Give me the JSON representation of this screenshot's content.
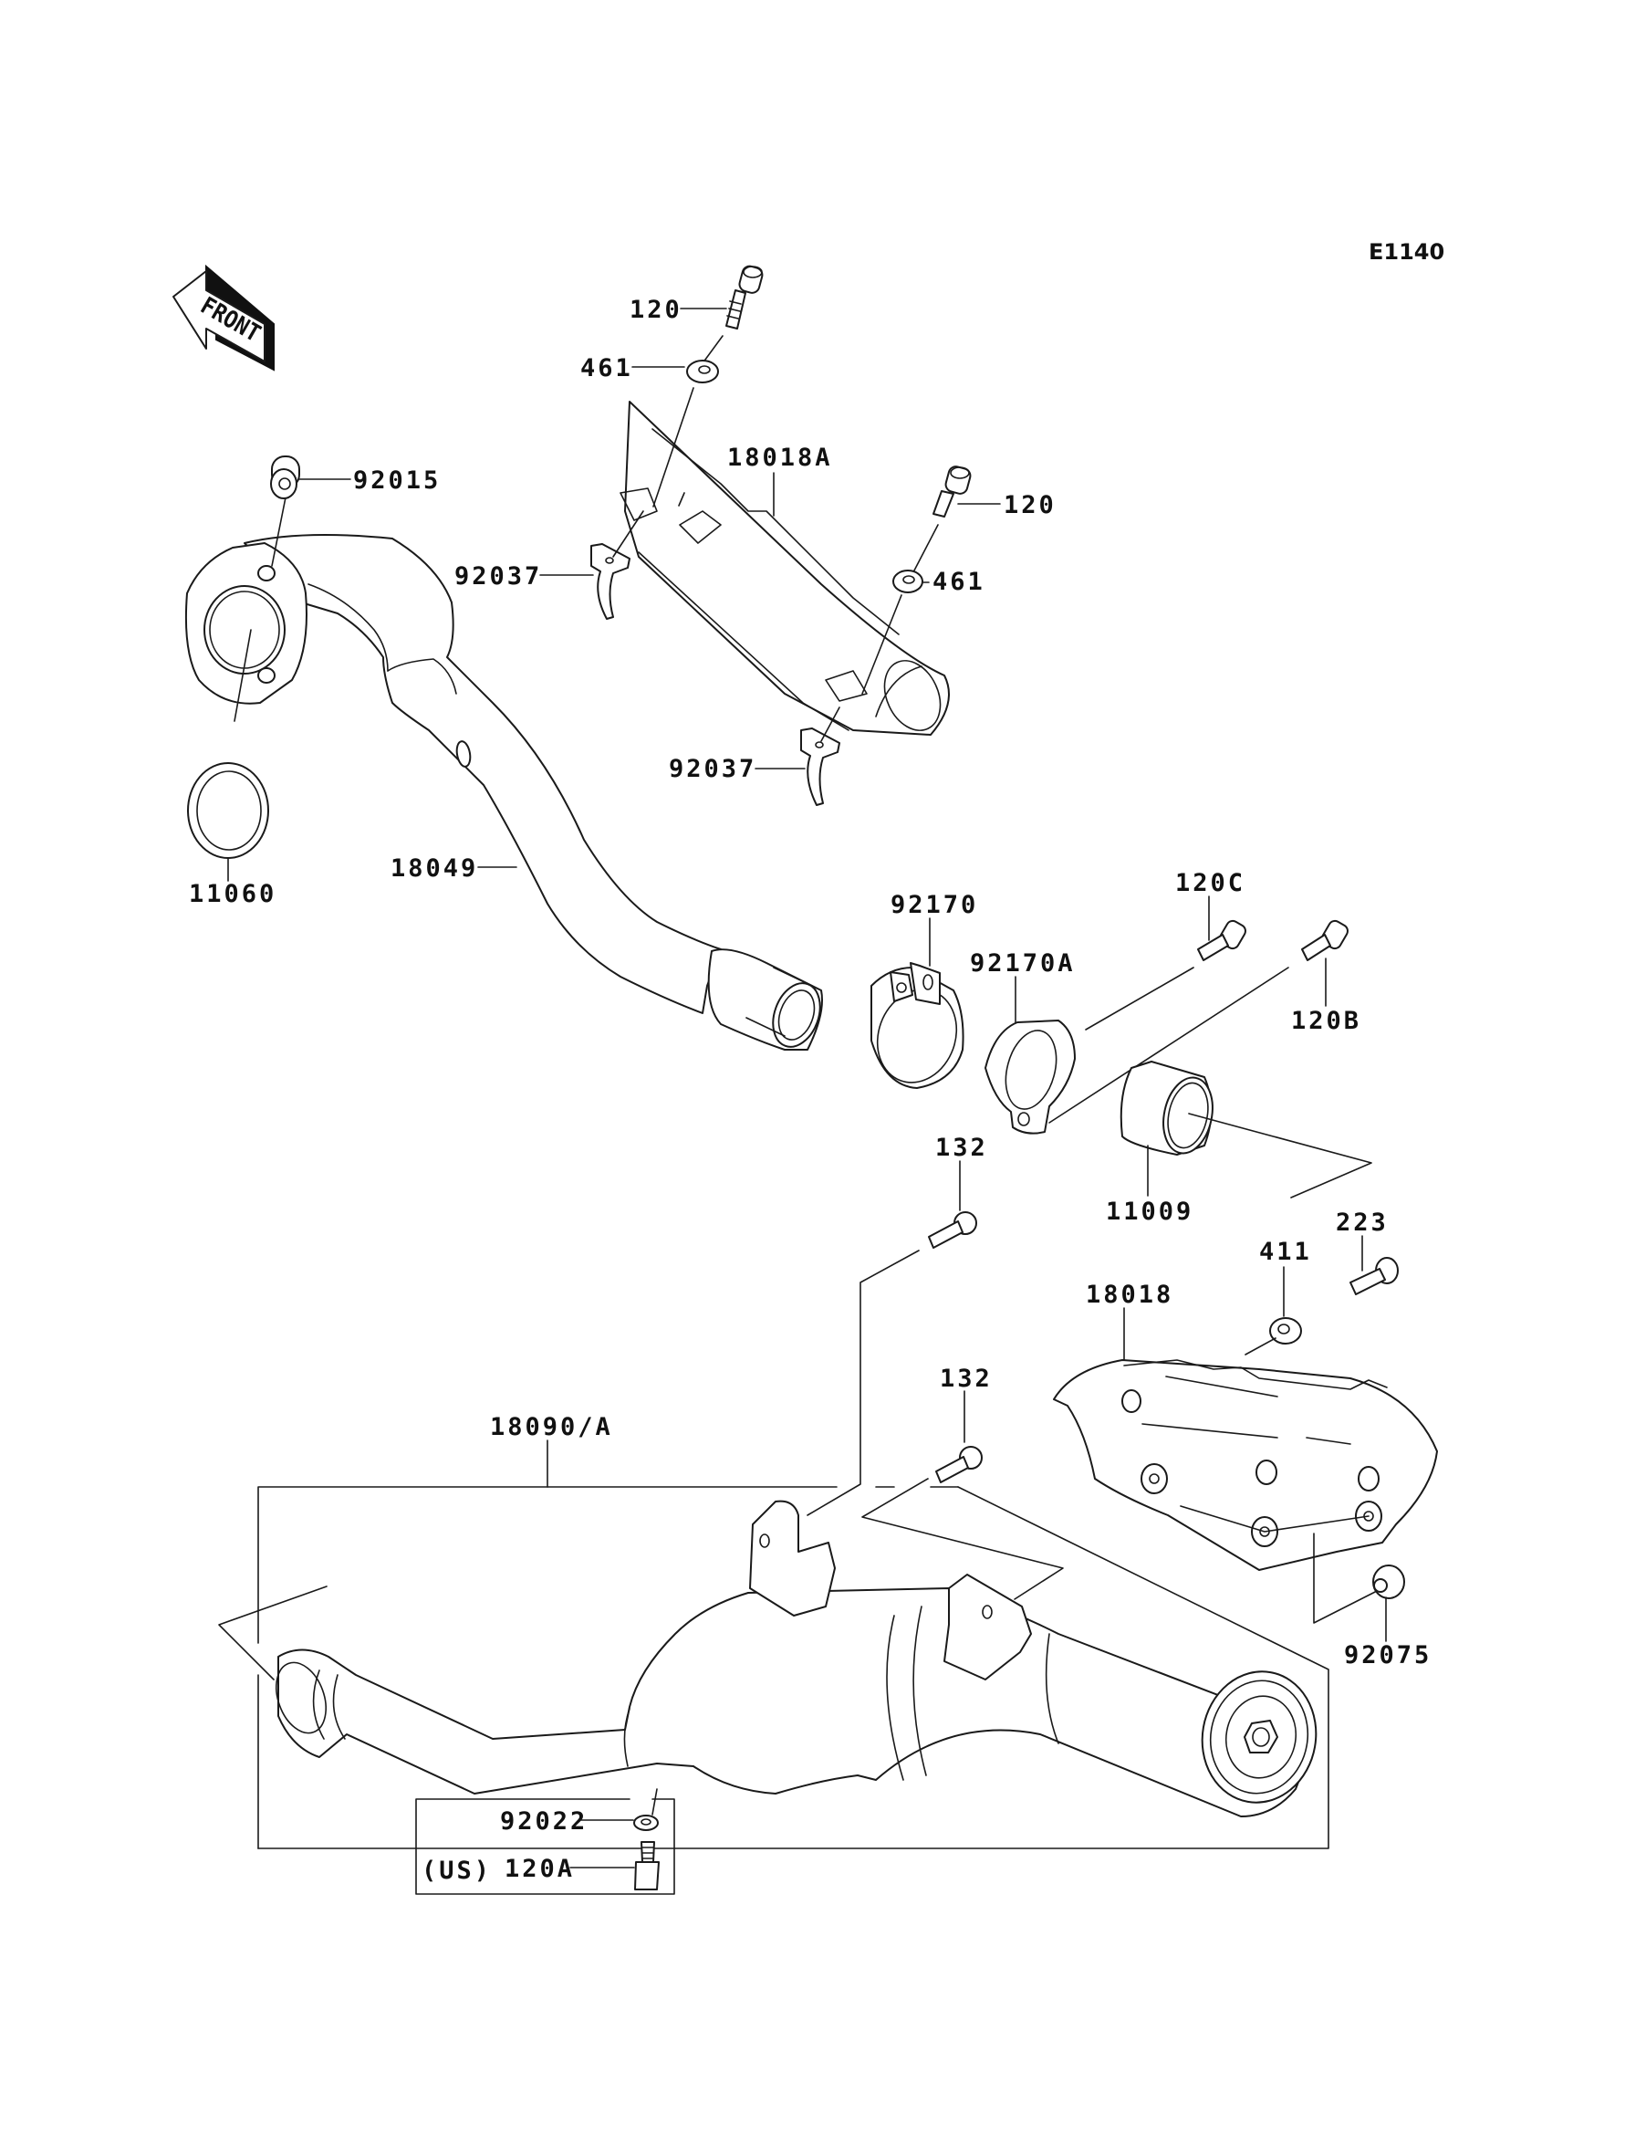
{
  "diagram": {
    "reference_code": "E1140",
    "direction_marker": "FRONT",
    "note_region_label": "(US)",
    "part_labels": {
      "bolt_top": "120",
      "washer_top": "461",
      "heat_guard_upper": "18018A",
      "nut_flange": "92015",
      "clip_upper": "92037",
      "bolt_right": "120",
      "washer_right": "461",
      "clip_lower": "92037",
      "gasket_flange": "11060",
      "exhaust_pipe": "18049",
      "clamp": "92170",
      "clamp_a": "92170A",
      "bolt_c": "120C",
      "bolt_b": "120B",
      "bolt_132_upper": "132",
      "gasket_joint": "11009",
      "screw_223": "223",
      "washer_411": "411",
      "heat_guard_lower": "18018",
      "bolt_132_lower": "132",
      "muffler": "18090/A",
      "nut_92075": "92075",
      "gasket_plug": "92022",
      "plug_bolt": "120A"
    }
  }
}
